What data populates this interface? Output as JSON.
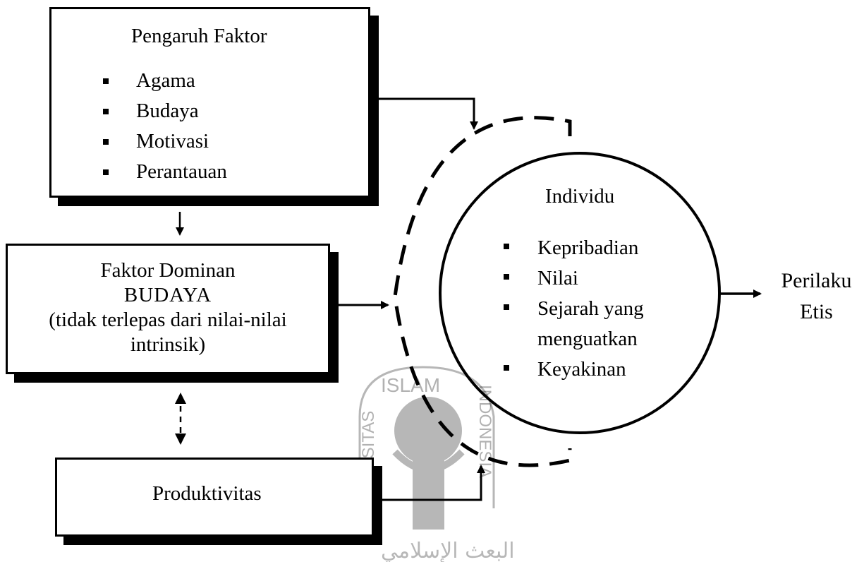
{
  "box_faktor": {
    "title": "Pengaruh Faktor",
    "items": [
      "Agama",
      "Budaya",
      "Motivasi",
      "Perantauan"
    ]
  },
  "box_dominan": {
    "line1": "Faktor Dominan",
    "line2": "BUDAYA",
    "line3": "(tidak terlepas dari nilai-nilai",
    "line4": "intrinsik)"
  },
  "box_produktivitas": {
    "label": "Produktivitas"
  },
  "individu": {
    "title": "Individu",
    "items": [
      "Kepribadian",
      "Nilai",
      "Sejarah yang",
      "Keyakinan"
    ],
    "item3_cont": "menguatkan"
  },
  "outcome": {
    "line1": "Perilaku",
    "line2": "Etis"
  },
  "watermark": {
    "top": "ISLAM",
    "left": "UNIVERSITAS",
    "right": "INDONESIA",
    "bottom_script": "البعث الإسلامي"
  }
}
